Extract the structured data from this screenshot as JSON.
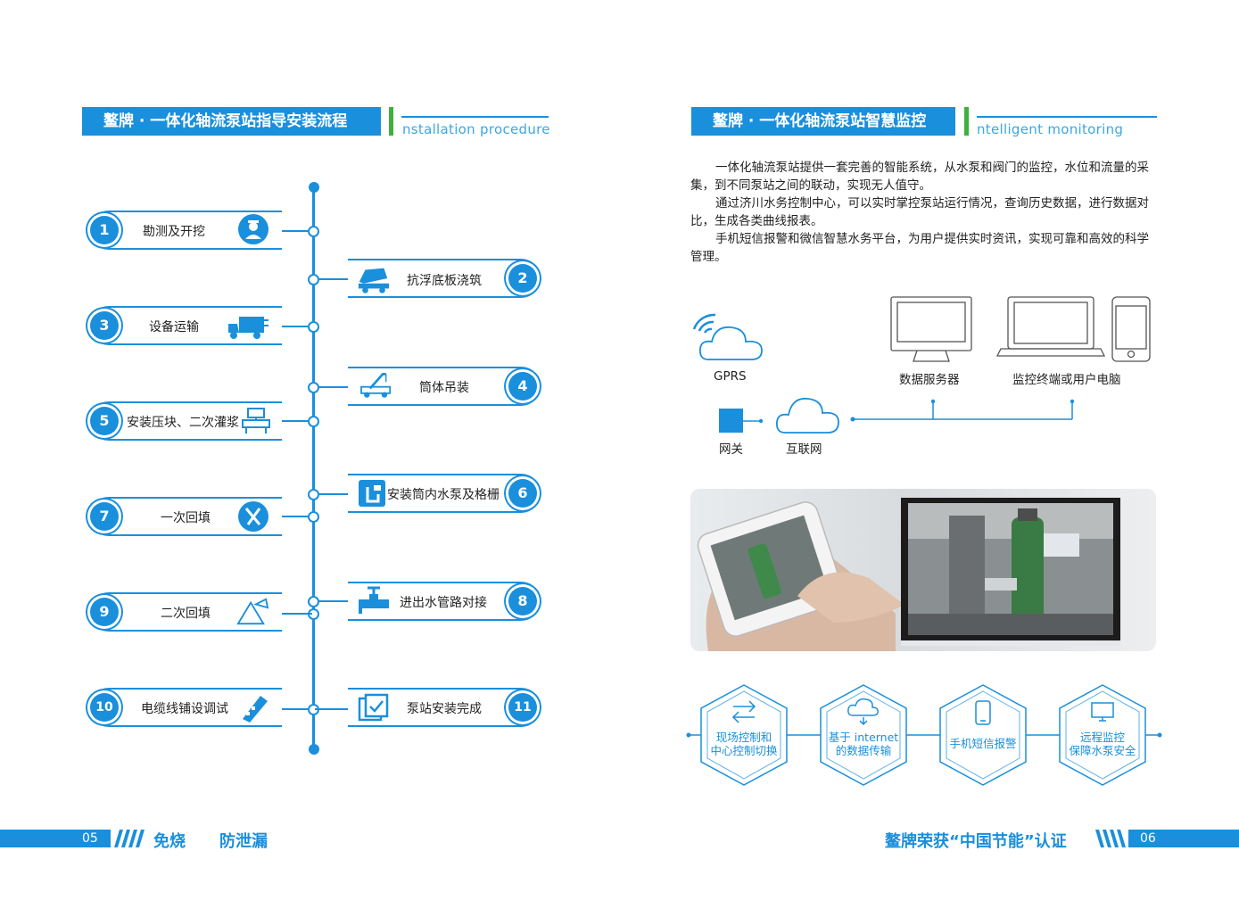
{
  "left": {
    "header": {
      "title": "鳌牌 · 一体化轴流泵站指导安装流程",
      "subtitle": "nstallation procedure"
    },
    "steps": [
      {
        "num": "1",
        "label": "勘测及开挖",
        "icon": "surveyor-icon"
      },
      {
        "num": "2",
        "label": "抗浮底板浇筑",
        "icon": "concrete-mixer-icon"
      },
      {
        "num": "3",
        "label": "设备运输",
        "icon": "truck-icon"
      },
      {
        "num": "4",
        "label": "筒体吊装",
        "icon": "crane-truck-icon"
      },
      {
        "num": "5",
        "label": "安装压块、二次灌浆",
        "icon": "pipe-fitting-icon"
      },
      {
        "num": "6",
        "label": "安装筒内水泵及格栅",
        "icon": "pump-tank-icon"
      },
      {
        "num": "7",
        "label": "一次回填",
        "icon": "tools-icon"
      },
      {
        "num": "8",
        "label": "进出水管路对接",
        "icon": "valve-icon"
      },
      {
        "num": "9",
        "label": "二次回填",
        "icon": "backfill-pile-icon"
      },
      {
        "num": "10",
        "label": "电缆线铺设调试",
        "icon": "cable-icon"
      },
      {
        "num": "11",
        "label": "泵站安装完成",
        "icon": "checklist-icon"
      }
    ],
    "footer": {
      "page": "05",
      "text1": "免烧",
      "text2": "防泄漏"
    }
  },
  "right": {
    "header": {
      "title": "鳌牌 · 一体化轴流泵站智慧监控",
      "subtitle": "ntelligent monitoring"
    },
    "paragraphs": [
      "一体化轴流泵站提供一套完善的智能系统，从水泵和阀门的监控，水位和流量的采集，到不同泵站之间的联动，实现无人值守。",
      "通过济川水务控制中心，可以实时掌控泵站运行情况，查询历史数据，进行数据对比，生成各类曲线报表。",
      "手机短信报警和微信智慧水务平台，为用户提供实时资讯，实现可靠和高效的科学管理。"
    ],
    "network": {
      "gprs": "GPRS",
      "gateway": "网关",
      "internet": "互联网",
      "server": "数据服务器",
      "terminal": "监控终端或用户电脑"
    },
    "features": [
      {
        "line1": "现场控制和",
        "line2": "中心控制切换",
        "icon": "switch-arrows-icon"
      },
      {
        "line1": "基于 internet",
        "line2": "的数据传输",
        "icon": "cloud-upload-icon"
      },
      {
        "line1": "手机短信报警",
        "line2": "",
        "icon": "phone-icon"
      },
      {
        "line1": "远程监控",
        "line2": "保障水泵安全",
        "icon": "monitor-icon"
      }
    ],
    "footer": {
      "text": "鳌牌荣获“中国节能”认证",
      "page": "06"
    }
  },
  "colors": {
    "primary": "#1a8fdc",
    "accent": "#3eb13d"
  }
}
